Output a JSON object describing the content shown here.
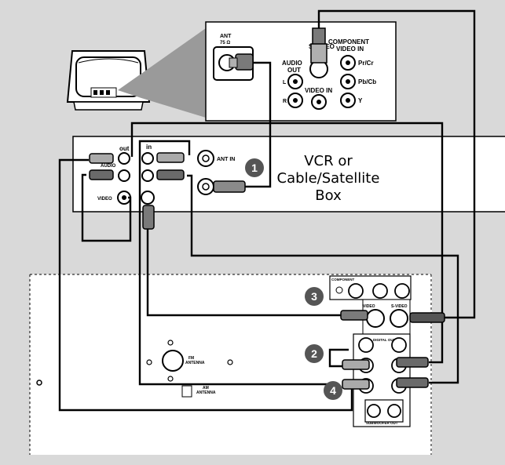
{
  "tv_panel": {
    "ant_label": "ANT",
    "ant_ohm": "75 Ω",
    "svideo_label": "S-VIDEO",
    "component_label_1": "COMPONENT",
    "component_label_2": "VIDEO IN",
    "audio_out_1": "AUDIO",
    "audio_out_2": "OUT",
    "l": "L",
    "r": "R",
    "video_in": "VIDEO IN",
    "pr": "Pr/Cr",
    "pb": "Pb/Cb",
    "y": "Y"
  },
  "vcr": {
    "title_1": "VCR or",
    "title_2": "Cable/Satellite",
    "title_3": "Box",
    "out_label": "out",
    "in_label": "in",
    "audio_label": "AUDIO",
    "video_label": "VIDEO",
    "ant_in_label": "ANT IN"
  },
  "player": {
    "fm_label_1": "FM",
    "fm_label_2": "ANTENNA",
    "am_label_1": "AM",
    "am_label_2": "ANTENNA",
    "video_label": "VIDEO",
    "svideo_label": "S-VIDEO",
    "digital_out_label": "DIGITAL OUT",
    "subwoofer_label": "SUBWOOFER OUT",
    "component_label": "COMPONENT"
  },
  "steps": [
    "1",
    "2",
    "3",
    "4"
  ]
}
